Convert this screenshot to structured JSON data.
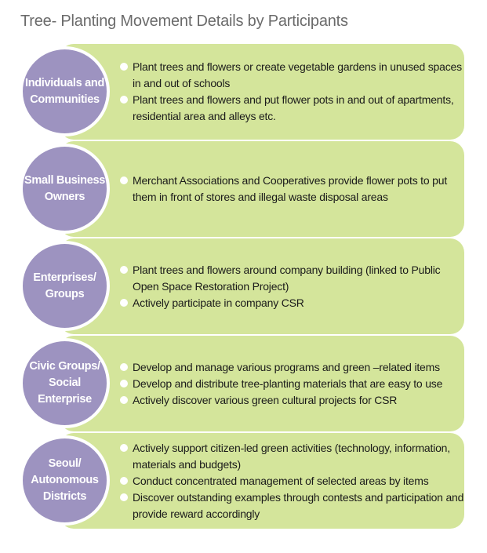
{
  "title": "Tree- Planting Movement Details by Participants",
  "colors": {
    "panel": "#d4e59b",
    "badge": "#9d93c0",
    "title": "#6b6b6b"
  },
  "participants": [
    {
      "label": "Individuals and\nCommunities",
      "bullets": [
        "Plant trees and flowers or create vegetable gardens in unused spaces in and out of schools",
        "Plant trees and flowers and put flower pots in and out of apartments, residential area and alleys etc."
      ]
    },
    {
      "label": "Small Business\nOwners",
      "bullets": [
        "Merchant Associations and Cooperatives provide flower pots to put them in front of stores and illegal waste disposal areas"
      ]
    },
    {
      "label": "Enterprises/\nGroups",
      "bullets": [
        "Plant trees and flowers around company building (linked to Public Open Space Restoration Project)",
        "Actively participate in company CSR"
      ]
    },
    {
      "label": "Civic Groups/\nSocial\nEnterprise",
      "bullets": [
        "Develop and manage various programs and green –related items",
        "Develop and distribute tree-planting materials that are easy to use",
        "Actively discover various green cultural projects for CSR"
      ]
    },
    {
      "label": "Seoul/\nAutonomous\nDistricts",
      "bullets": [
        "Actively support citizen-led green activities (technology, information, materials and budgets)",
        "Conduct concentrated management of selected areas by items",
        "Discover outstanding examples through contests and participation and provide reward accordingly"
      ]
    }
  ]
}
